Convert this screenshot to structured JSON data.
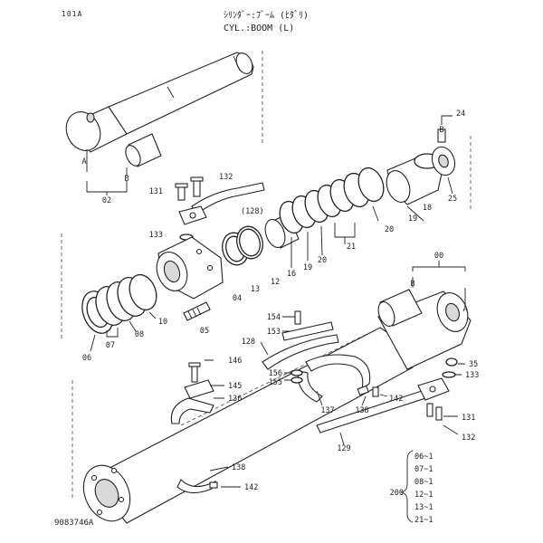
{
  "header": {
    "page_code": "101A",
    "title_jp": "ｼﾘﾝﾀﾞｰ:ﾌﾞｰﾑ (ﾋﾀﾞﾘ)",
    "title_en": "CYL.:BOOM (L)"
  },
  "drawing_number": "9083746A",
  "callouts": [
    {
      "id": "c-a-top",
      "text": "A"
    },
    {
      "id": "c-b-top",
      "text": "B"
    },
    {
      "id": "c-02",
      "text": "02"
    },
    {
      "id": "c-131a",
      "text": "131"
    },
    {
      "id": "c-132a",
      "text": "132"
    },
    {
      "id": "c-128a",
      "text": "(128)"
    },
    {
      "id": "c-133a",
      "text": "133"
    },
    {
      "id": "c-b24",
      "text": "B"
    },
    {
      "id": "c-24",
      "text": "24"
    },
    {
      "id": "c-25",
      "text": "25"
    },
    {
      "id": "c-18",
      "text": "18"
    },
    {
      "id": "c-19a",
      "text": "19"
    },
    {
      "id": "c-20a",
      "text": "20"
    },
    {
      "id": "c-21",
      "text": "21"
    },
    {
      "id": "c-20b",
      "text": "20"
    },
    {
      "id": "c-19b",
      "text": "19"
    },
    {
      "id": "c-16",
      "text": "16"
    },
    {
      "id": "c-12",
      "text": "12"
    },
    {
      "id": "c-13",
      "text": "13"
    },
    {
      "id": "c-04",
      "text": "04"
    },
    {
      "id": "c-05",
      "text": "05"
    },
    {
      "id": "c-10",
      "text": "10"
    },
    {
      "id": "c-08",
      "text": "08"
    },
    {
      "id": "c-07",
      "text": "07"
    },
    {
      "id": "c-06",
      "text": "06"
    },
    {
      "id": "c-00",
      "text": "00"
    },
    {
      "id": "c-b-right",
      "text": "B"
    },
    {
      "id": "c-a-right",
      "text": "A"
    },
    {
      "id": "c-154",
      "text": "154"
    },
    {
      "id": "c-153",
      "text": "153"
    },
    {
      "id": "c-128b",
      "text": "128"
    },
    {
      "id": "c-35",
      "text": "35"
    },
    {
      "id": "c-133b",
      "text": "133"
    },
    {
      "id": "c-146",
      "text": "146"
    },
    {
      "id": "c-145",
      "text": "145"
    },
    {
      "id": "c-136",
      "text": "136"
    },
    {
      "id": "c-156",
      "text": "156"
    },
    {
      "id": "c-155",
      "text": "155"
    },
    {
      "id": "c-137",
      "text": "137"
    },
    {
      "id": "c-138a",
      "text": "138"
    },
    {
      "id": "c-142a",
      "text": "142"
    },
    {
      "id": "c-131b",
      "text": "131"
    },
    {
      "id": "c-132b",
      "text": "132"
    },
    {
      "id": "c-129",
      "text": "129"
    },
    {
      "id": "c-138b",
      "text": "138"
    },
    {
      "id": "c-142b",
      "text": "142"
    },
    {
      "id": "c-200",
      "text": "200"
    }
  ],
  "kit_200_items": [
    "06~1",
    "07~1",
    "08~1",
    "12~1",
    "13~1",
    "21~1"
  ]
}
